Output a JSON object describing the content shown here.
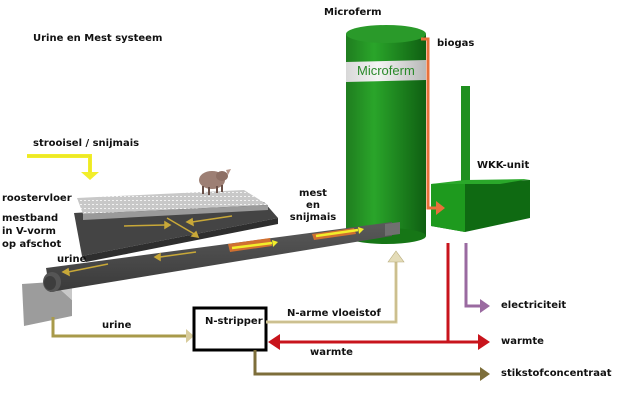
{
  "title": "Urine en Mest systeem",
  "labels": {
    "microferm_top": "Microferm",
    "microferm_band": "Microferm",
    "biogas": "biogas",
    "wkk_unit": "WKK-unit",
    "strooisel": "strooisel / snijmais",
    "roostervloer": "roostervloer",
    "mestband_1": "mestband",
    "mestband_2": "in V-vorm",
    "mestband_3": "op afschot",
    "urine_belt": "urine",
    "mest_1": "mest",
    "mest_2": "en",
    "mest_3": "snijmais",
    "urine_flow": "urine",
    "n_stripper": "N-stripper",
    "n_arme": "N-arme vloeistof",
    "warmte_in": "warmte",
    "electriciteit": "electriciteit",
    "warmte_out": "warmte",
    "stikstof": "stikstofconcentraat"
  },
  "colors": {
    "tank_green": "#1f8f1f",
    "tank_dark": "#0f6a12",
    "wkk_green": "#1a8a1a",
    "biogas_line": "#e8703a",
    "strooisel_arrow": "#f2ee2a",
    "urine_line": "#a89a4a",
    "n_arme_line": "#d8cc9c",
    "warmte_line": "#c8141c",
    "electricity_line": "#9a6aa0",
    "stikstof_line": "#7d6e3a",
    "belt": "#4a4a4a"
  }
}
